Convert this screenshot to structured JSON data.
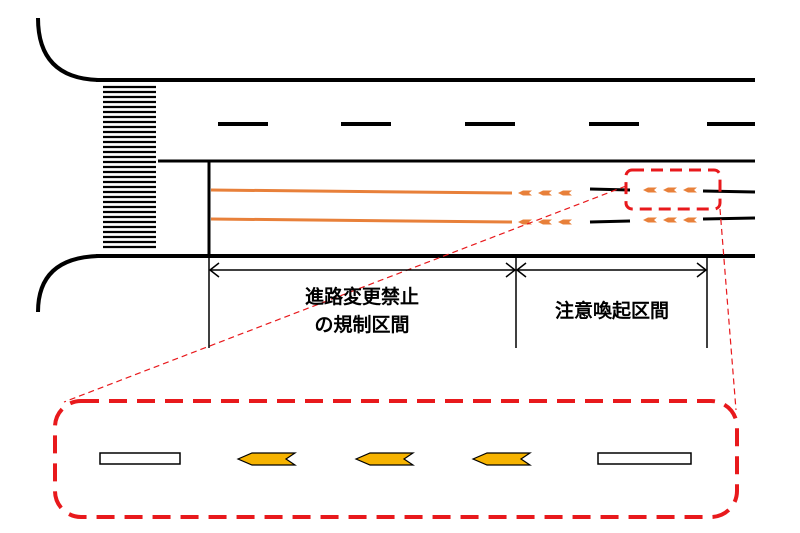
{
  "sections": {
    "no_lane_change": {
      "line1": "進路変更禁止",
      "line2": "の規制区間"
    },
    "caution": {
      "label": "注意喚起区間"
    }
  },
  "colors": {
    "road_line": "#000000",
    "regulation_line": "#e8803a",
    "arrow_marking": "#f6b300",
    "callout": "#e8191c"
  },
  "icons": {
    "arrow_marking": "left-chevron-arrow-icon",
    "lane_dash": "white-lane-dash-icon"
  },
  "counts": {
    "enlarged_arrows": 3,
    "enlarged_dashes": 2
  }
}
